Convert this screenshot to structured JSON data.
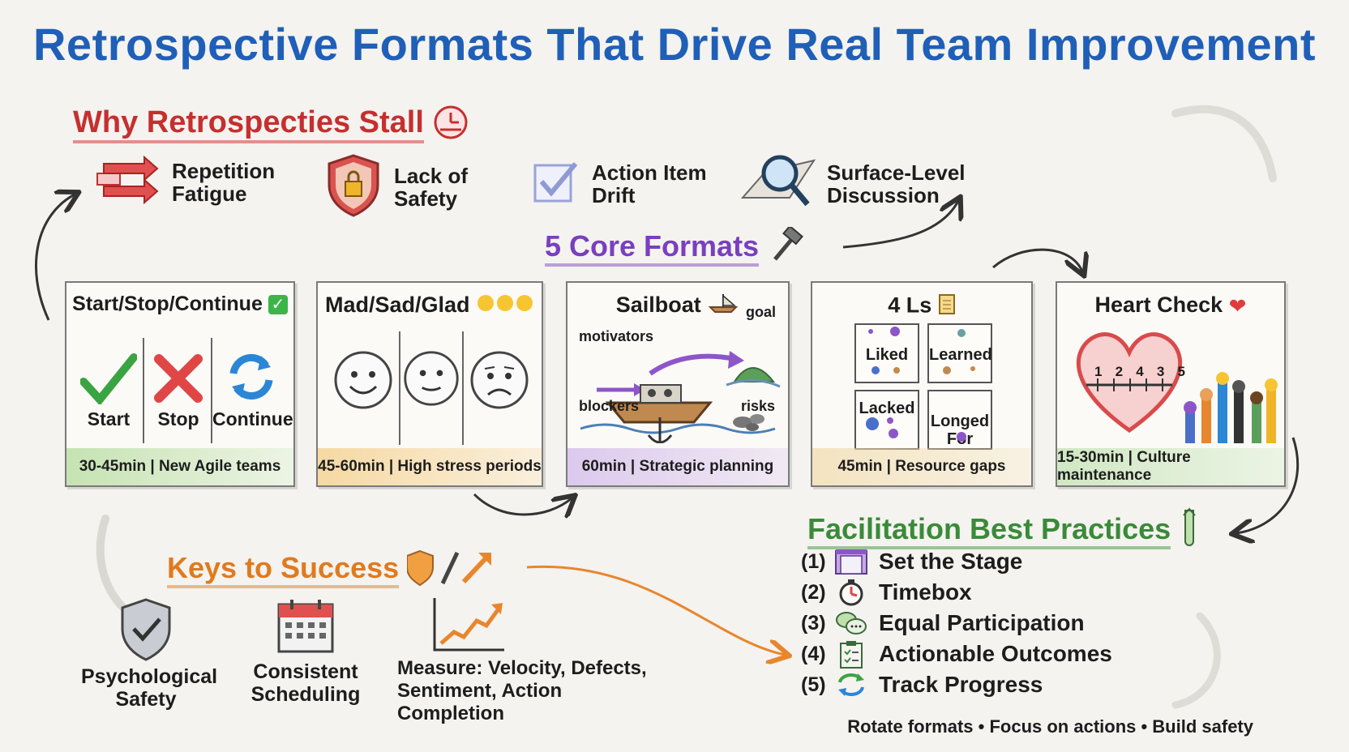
{
  "title": "Retrospective Formats That Drive Real Team Improvement",
  "stall": {
    "heading": "Why Retrospecties Stall",
    "items": [
      {
        "label": "Repetition\nFatigue",
        "icon": "double-arrow-icon"
      },
      {
        "label": "Lack of\nSafety",
        "icon": "shield-lock-icon"
      },
      {
        "label": "Action Item\nDrift",
        "icon": "checkbox-icon"
      },
      {
        "label": "Surface-Level\nDiscussion",
        "icon": "magnifier-icon"
      }
    ]
  },
  "formats": {
    "heading": "5 Core Formats",
    "cards": [
      {
        "title": "Start/Stop/Continue",
        "cols": [
          "Start",
          "Stop",
          "Continue"
        ],
        "footer": "30-45min | New Agile teams",
        "tint": "#9ad07a"
      },
      {
        "title": "Mad/Sad/Glad",
        "footer": "45-60min | High stress periods",
        "tint": "#f2c36b"
      },
      {
        "title": "Sailboat",
        "labels": {
          "motivators": "motivators",
          "goal": "goal",
          "blockers": "blockers",
          "risks": "risks"
        },
        "footer": "60min | Strategic planning",
        "tint": "#c7a8e6"
      },
      {
        "title": "4 Ls",
        "boxes": [
          "Liked",
          "Learned",
          "Lacked",
          "Longed\nFor"
        ],
        "footer": "45min | Resource gaps",
        "tint": "#f0d9a8"
      },
      {
        "title": "Heart Check",
        "scale": [
          "1",
          "2",
          "4",
          "3",
          "5"
        ],
        "footer": "15-30min | Culture maintenance",
        "tint": "#bfe0ad"
      }
    ]
  },
  "keys": {
    "heading": "Keys to Success",
    "items": [
      {
        "label": "Psychological\nSafety",
        "icon": "shield-check-icon"
      },
      {
        "label": "Consistent\nScheduling",
        "icon": "calendar-icon"
      },
      {
        "label": "Measure: Velocity, Defects,\nSentiment, Action Completion",
        "icon": "trend-chart-icon"
      }
    ]
  },
  "practices": {
    "heading": "Facilitation Best Practices",
    "items": [
      {
        "num": "(1)",
        "label": "Set the Stage",
        "icon": "stage-icon"
      },
      {
        "num": "(2)",
        "label": "Timebox",
        "icon": "stopwatch-icon"
      },
      {
        "num": "(3)",
        "label": "Equal Participation",
        "icon": "chat-bubbles-icon"
      },
      {
        "num": "(4)",
        "label": "Actionable Outcomes",
        "icon": "clipboard-icon"
      },
      {
        "num": "(5)",
        "label": "Track Progress",
        "icon": "cycle-arrows-icon"
      }
    ]
  },
  "footer": "Rotate formats • Focus on actions • Build safety",
  "colors": {
    "title": "#1f5fb8",
    "stall_heading": "#c62f2f",
    "formats_heading": "#7a3fbf",
    "keys_heading": "#e07a1f",
    "practices_heading": "#3a8a3a"
  }
}
